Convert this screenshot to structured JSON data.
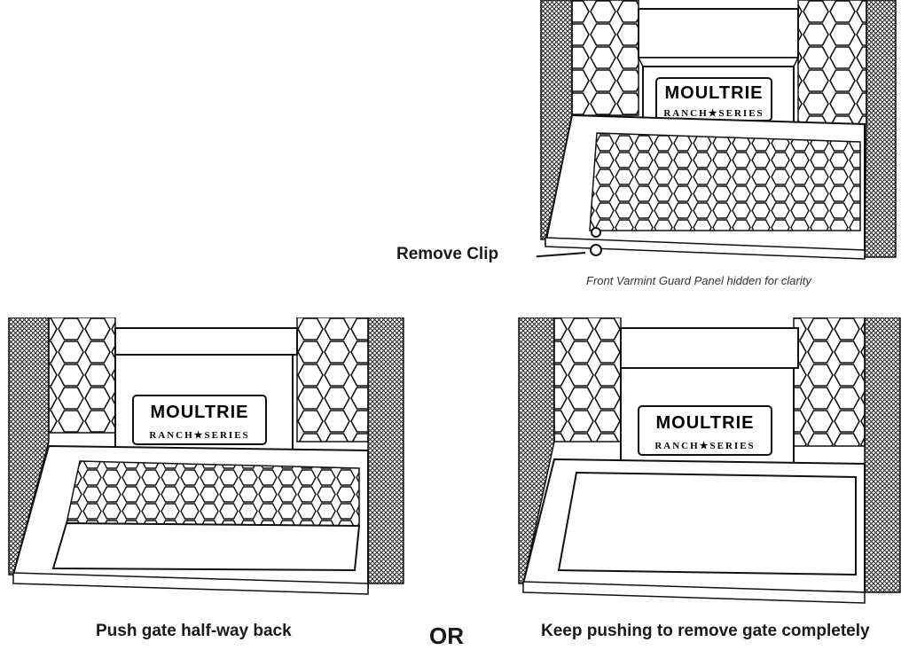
{
  "labels": {
    "remove_clip": "Remove Clip",
    "hidden_note": "Front Varmint Guard Panel hidden for clarity",
    "push_half": "Push gate half-way back",
    "or": "OR",
    "keep_pushing": "Keep pushing to remove gate completely"
  },
  "logo": {
    "brand": "MOULTRIE",
    "series": "RANCH★SERIES"
  }
}
